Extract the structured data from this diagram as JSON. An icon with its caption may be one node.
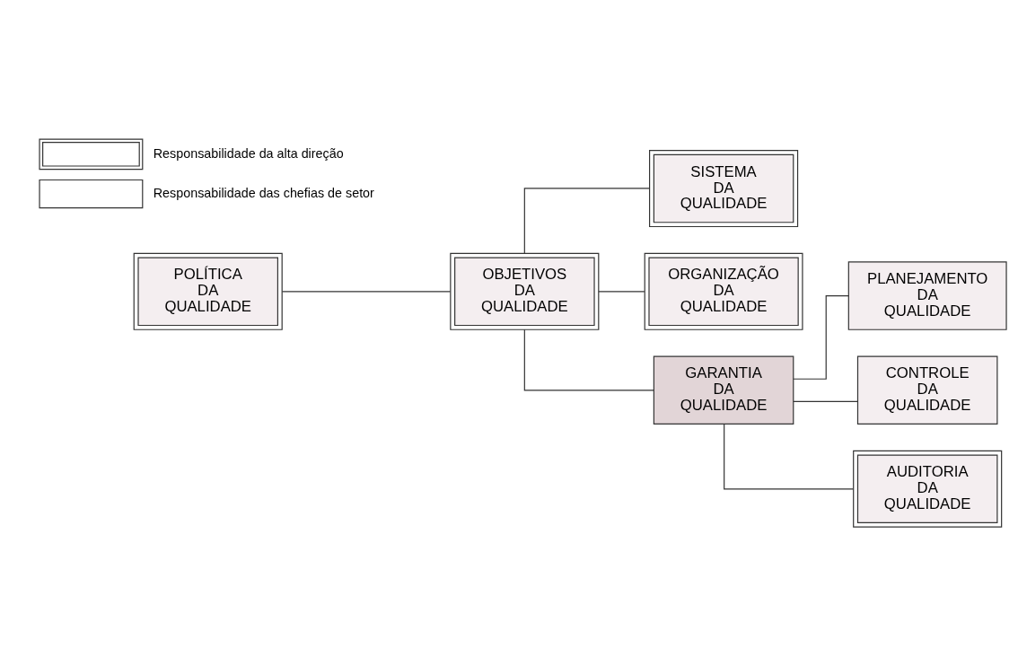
{
  "diagram": {
    "nodes": [
      {
        "text": [
          "POLÍTICA DA QUALIDADE"
        ]
      },
      {
        "text": [
          "OBJETIVOS DA QUALIDADE"
        ]
      },
      {
        "text": [
          "SISTEMA DA QUALIDADE"
        ]
      },
      {
        "text": [
          "ORGANIZAÇÃO DA QUALIDADE"
        ]
      },
      {
        "text": [
          "GARANTIA DA QUALIDADE"
        ]
      },
      {
        "text": [
          "PLANEJAMENTO DA QUALIDADE"
        ]
      },
      {
        "text": [
          "CONTROLE DA QUALIDADE"
        ]
      },
      {
        "text": [
          "AUDITORIA DA QUALIDADE"
        ]
      }
    ],
    "edges": [
      {
        "from": 0,
        "to": 1,
        "arrow": "none"
      },
      {
        "from": 1,
        "to": 2,
        "arrow": "none"
      },
      {
        "from": 1,
        "to": 3,
        "arrow": "none"
      },
      {
        "from": 1,
        "to": 4,
        "arrow": "none"
      },
      {
        "from": 4,
        "to": 5,
        "arrow": "none"
      },
      {
        "from": 4,
        "to": 6,
        "arrow": "none"
      },
      {
        "from": 4,
        "to": 7,
        "arrow": "none"
      }
    ],
    "legend": [
      {
        "text": "Responsabilidade da alta direção"
      },
      {
        "text": "Responsabilidade das chefias de setor"
      }
    ]
  }
}
